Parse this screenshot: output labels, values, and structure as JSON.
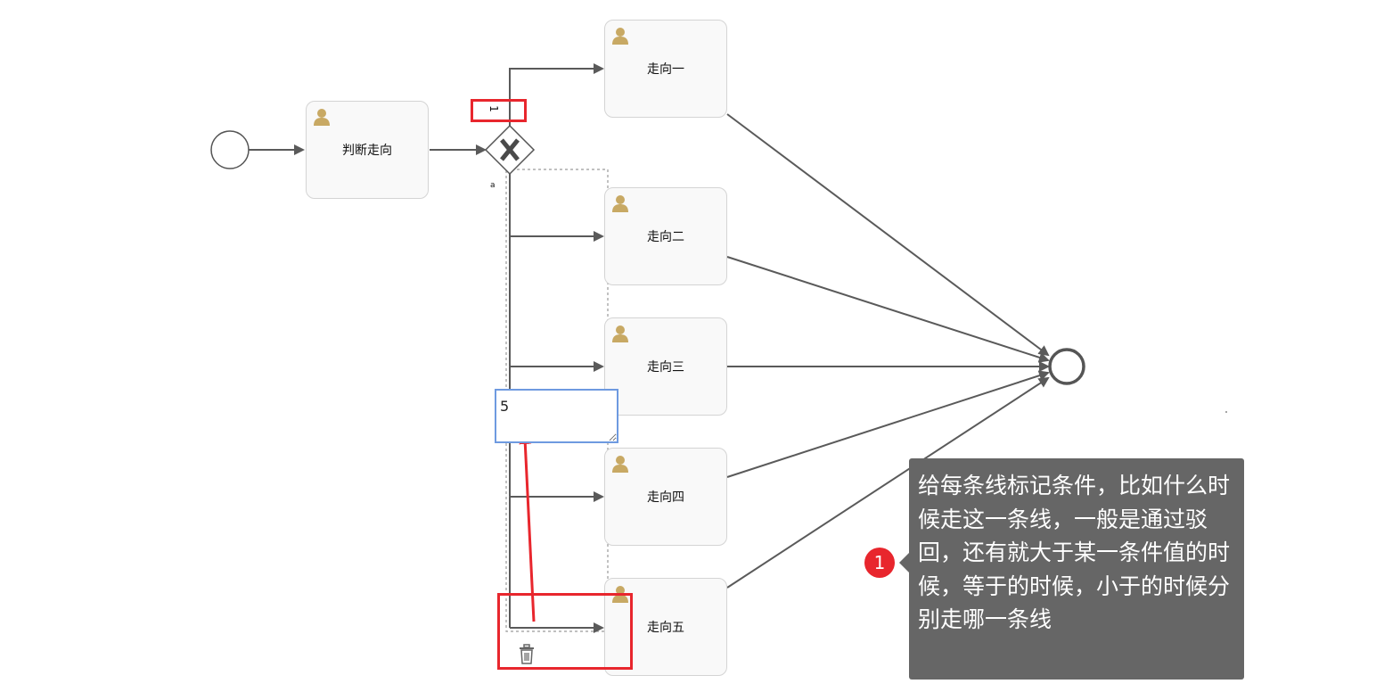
{
  "diagram": {
    "tasks": {
      "judge": "判断走向",
      "t1": "走向一",
      "t2": "走向二",
      "t3": "走向三",
      "t4": "走向四",
      "t5": "走向五"
    },
    "edge_labels": {
      "first": "1",
      "second": "a"
    },
    "condition_input": {
      "value": "5"
    },
    "gateway_symbol": "X"
  },
  "annotation": {
    "badge": "1",
    "text": "给每条线标记条件，比如什么时候走这一条线，一般是通过驳回，还有就大于某一条件值的时候，等于的时候，小于的时候分别走哪一条线"
  },
  "colors": {
    "connector": "#5a5a5a",
    "highlight": "#e8262d",
    "tooltip_bg": "#666666",
    "input_border": "#6e9ae0",
    "user_icon": "#c8a964"
  },
  "icons": [
    "user-icon",
    "trash-icon",
    "gateway-x-icon"
  ]
}
